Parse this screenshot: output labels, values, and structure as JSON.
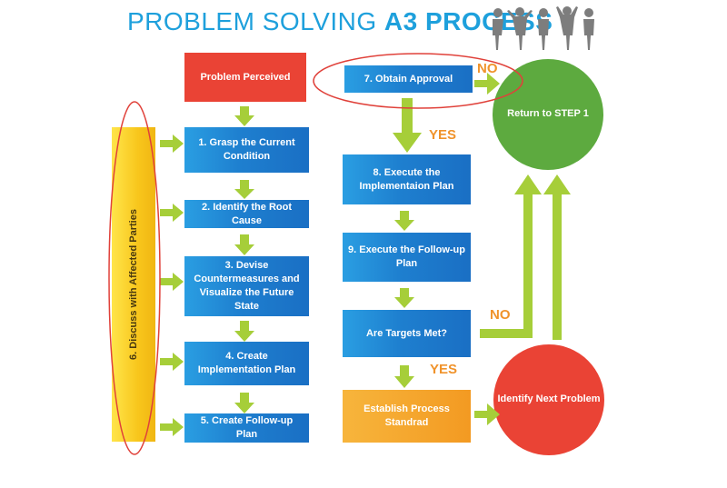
{
  "title": {
    "part1": "PROBLEM SOLVING ",
    "part2": "A3 PROCESS"
  },
  "nodes": {
    "problem": "Problem Perceived",
    "step1": "1. Grasp the Current Condition",
    "step2": "2. Identify the Root Cause",
    "step3": "3. Devise Countermeasures and Visualize the Future State",
    "step4": "4. Create Implementation Plan",
    "step5": "5. Create Follow-up Plan",
    "step6": "6. Discuss with Affected Parties",
    "step7": "7. Obtain Approval",
    "step8": "8. Execute the Implementaion Plan",
    "step9": "9. Execute the Follow-up Plan",
    "targets": "Are Targets Met?",
    "standard": "Establish Process Standrad",
    "return": "Return to STEP 1",
    "next": "Identify Next Problem"
  },
  "labels": {
    "no1": "NO",
    "yes1": "YES",
    "no2": "NO",
    "yes2": "YES"
  },
  "colors": {
    "blue": "#1e7fcf",
    "red": "#ea4335",
    "green": "#5daa3f",
    "orange": "#f39a22",
    "arrow": "#a6ce39",
    "yellow": "#f8c61c",
    "title": "#1ea0dc"
  },
  "icons": [
    "people-group-icon"
  ]
}
